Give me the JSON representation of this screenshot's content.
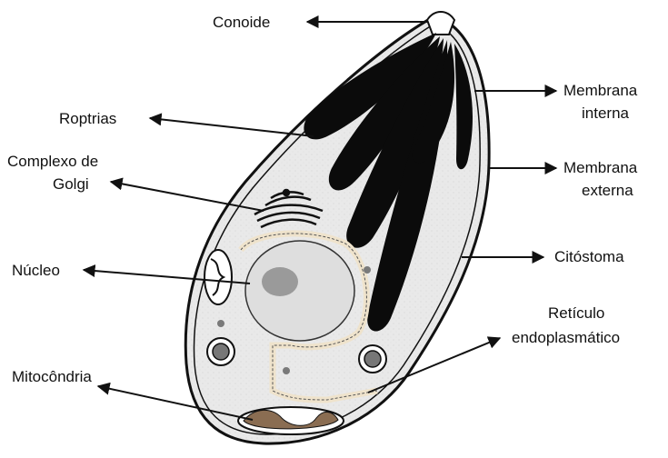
{
  "labels": {
    "conoide": "Conoide",
    "roptrias": "Roptrias",
    "golgi_line1": "Complexo de",
    "golgi_line2": "Golgi",
    "nucleo": "Núcleo",
    "mitocondria": "Mitocôndria",
    "membrana_interna_line1": "Membrana",
    "membrana_interna_line2": "interna",
    "membrana_externa_line1": "Membrana",
    "membrana_externa_line2": "externa",
    "citostoma": "Citóstoma",
    "reticulo_line1": "Retículo",
    "reticulo_line2": "endoplasmático"
  },
  "colors": {
    "cytoplasm": "#e8e8e8",
    "nucleus": "#dedede",
    "er": "#efe3cc",
    "organelle_dark": "#0b0b0b",
    "mitochondria_fill": "#8a6d52"
  }
}
